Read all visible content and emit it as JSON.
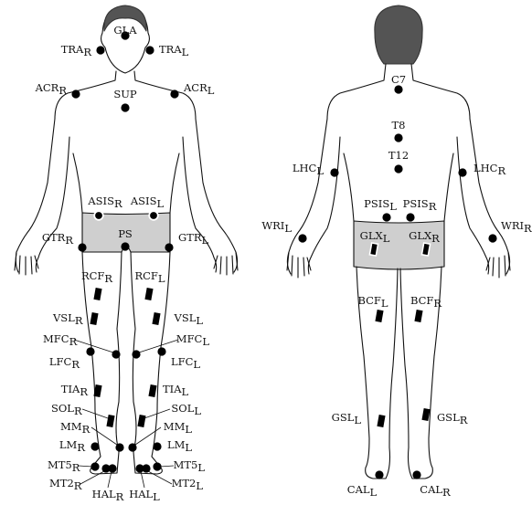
{
  "colors": {
    "hair": "#545454",
    "shorts": "#cfcfcf",
    "outline": "#111111",
    "marker": "#000000"
  },
  "front": {
    "markers": [
      {
        "id": "GLA",
        "label": "GLA",
        "sub": "",
        "kind": "dot"
      },
      {
        "id": "TRA_R",
        "label": "TRA",
        "sub": "R",
        "kind": "dot"
      },
      {
        "id": "TRA_L",
        "label": "TRA",
        "sub": "L",
        "kind": "dot"
      },
      {
        "id": "ACR_R",
        "label": "ACR",
        "sub": "R",
        "kind": "dot"
      },
      {
        "id": "ACR_L",
        "label": "ACR",
        "sub": "L",
        "kind": "dot"
      },
      {
        "id": "SUP",
        "label": "SUP",
        "sub": "",
        "kind": "dot"
      },
      {
        "id": "ASIS_R",
        "label": "ASIS",
        "sub": "R",
        "kind": "ring"
      },
      {
        "id": "ASIS_L",
        "label": "ASIS",
        "sub": "L",
        "kind": "ring"
      },
      {
        "id": "PS",
        "label": "PS",
        "sub": "",
        "kind": "dot"
      },
      {
        "id": "GTR_R",
        "label": "GTR",
        "sub": "R",
        "kind": "dot"
      },
      {
        "id": "GTR_L",
        "label": "GTR",
        "sub": "L",
        "kind": "dot"
      },
      {
        "id": "RCF_R",
        "label": "RCF",
        "sub": "R",
        "kind": "rect"
      },
      {
        "id": "RCF_L",
        "label": "RCF",
        "sub": "L",
        "kind": "rect"
      },
      {
        "id": "VSL_R",
        "label": "VSL",
        "sub": "R",
        "kind": "rect"
      },
      {
        "id": "VSL_L",
        "label": "VSL",
        "sub": "L",
        "kind": "rect"
      },
      {
        "id": "MFC_R",
        "label": "MFC",
        "sub": "R",
        "kind": "dot"
      },
      {
        "id": "MFC_L",
        "label": "MFC",
        "sub": "L",
        "kind": "dot"
      },
      {
        "id": "LFC_R",
        "label": "LFC",
        "sub": "R",
        "kind": "dot"
      },
      {
        "id": "LFC_L",
        "label": "LFC",
        "sub": "L",
        "kind": "dot"
      },
      {
        "id": "TIA_R",
        "label": "TIA",
        "sub": "R",
        "kind": "rect"
      },
      {
        "id": "TIA_L",
        "label": "TIA",
        "sub": "L",
        "kind": "rect"
      },
      {
        "id": "SOL_R",
        "label": "SOL",
        "sub": "R",
        "kind": "rect"
      },
      {
        "id": "SOL_L",
        "label": "SOL",
        "sub": "L",
        "kind": "rect"
      },
      {
        "id": "MM_R",
        "label": "MM",
        "sub": "R",
        "kind": "dot"
      },
      {
        "id": "MM_L",
        "label": "MM",
        "sub": "L",
        "kind": "dot"
      },
      {
        "id": "LM_R",
        "label": "LM",
        "sub": "R",
        "kind": "dot"
      },
      {
        "id": "LM_L",
        "label": "LM",
        "sub": "L",
        "kind": "dot"
      },
      {
        "id": "MT5_R",
        "label": "MT5",
        "sub": "R",
        "kind": "dot"
      },
      {
        "id": "MT5_L",
        "label": "MT5",
        "sub": "L",
        "kind": "dot"
      },
      {
        "id": "MT2_R",
        "label": "MT2",
        "sub": "R",
        "kind": "dot"
      },
      {
        "id": "MT2_L",
        "label": "MT2",
        "sub": "L",
        "kind": "dot"
      },
      {
        "id": "HAL_R",
        "label": "HAL",
        "sub": "R",
        "kind": "dot"
      },
      {
        "id": "HAL_L",
        "label": "HAL",
        "sub": "L",
        "kind": "dot"
      }
    ]
  },
  "back": {
    "markers": [
      {
        "id": "C7",
        "label": "C7",
        "sub": "",
        "kind": "dot"
      },
      {
        "id": "T8",
        "label": "T8",
        "sub": "",
        "kind": "dot"
      },
      {
        "id": "T12",
        "label": "T12",
        "sub": "",
        "kind": "dot"
      },
      {
        "id": "LHC_L",
        "label": "LHC",
        "sub": "L",
        "kind": "dot"
      },
      {
        "id": "LHC_R",
        "label": "LHC",
        "sub": "R",
        "kind": "dot"
      },
      {
        "id": "WRI_L",
        "label": "WRI",
        "sub": "L",
        "kind": "dot"
      },
      {
        "id": "WRI_R",
        "label": "WRI",
        "sub": "R",
        "kind": "dot"
      },
      {
        "id": "PSIS_L",
        "label": "PSIS",
        "sub": "L",
        "kind": "dot"
      },
      {
        "id": "PSIS_R",
        "label": "PSIS",
        "sub": "R",
        "kind": "dot"
      },
      {
        "id": "GLX_L",
        "label": "GLX",
        "sub": "L",
        "kind": "rectw"
      },
      {
        "id": "GLX_R",
        "label": "GLX",
        "sub": "R",
        "kind": "rectw"
      },
      {
        "id": "BCF_L",
        "label": "BCF",
        "sub": "L",
        "kind": "rect"
      },
      {
        "id": "BCF_R",
        "label": "BCF",
        "sub": "R",
        "kind": "rect"
      },
      {
        "id": "GSL_L",
        "label": "GSL",
        "sub": "L",
        "kind": "rect"
      },
      {
        "id": "GSL_R",
        "label": "GSL",
        "sub": "R",
        "kind": "rect"
      },
      {
        "id": "CAL_L",
        "label": "CAL",
        "sub": "L",
        "kind": "dot"
      },
      {
        "id": "CAL_R",
        "label": "CAL",
        "sub": "R",
        "kind": "dot"
      }
    ]
  }
}
